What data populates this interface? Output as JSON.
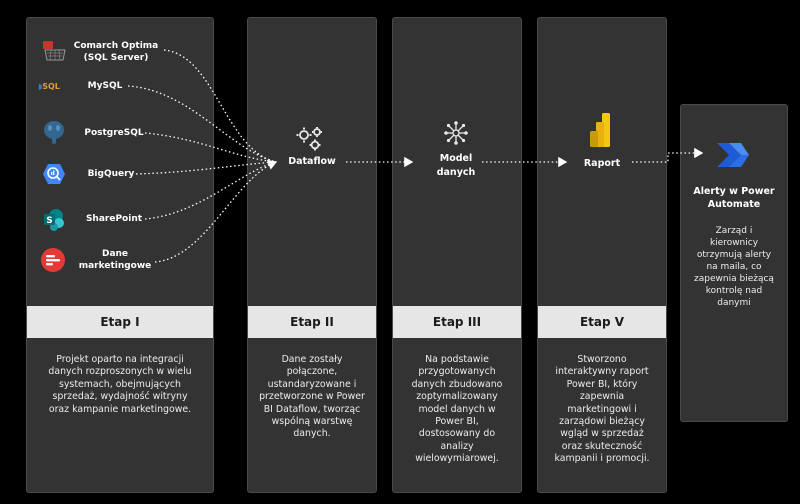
{
  "sources": [
    {
      "label": "Comarch Optima\n(SQL Server)",
      "icon": "comarch-icon"
    },
    {
      "label": "MySQL",
      "icon": "mysql-icon"
    },
    {
      "label": "PostgreSQL",
      "icon": "postgresql-icon"
    },
    {
      "label": "BigQuery",
      "icon": "bigquery-icon"
    },
    {
      "label": "SharePoint",
      "icon": "sharepoint-icon"
    },
    {
      "label": "Dane\nmarketingowe",
      "icon": "marketing-data-icon"
    }
  ],
  "mysql_icon_text": "SQL",
  "nodes": {
    "dataflow": "Dataflow",
    "model": "Model\ndanych",
    "report": "Raport"
  },
  "stages": [
    {
      "title": "Etap I",
      "desc": "Projekt oparto na integracji\ndanych rozproszonych w wielu\nsystemach, obejmujących\nsprzedaż, wydajność witryny\noraz kampanie marketingowe."
    },
    {
      "title": "Etap II",
      "desc": "Dane zostały\npołączone,\nustandaryzowane i\nprzetworzone w Power\nBI Dataflow, tworząc\nwspólną warstwę\ndanych."
    },
    {
      "title": "Etap III",
      "desc": "Na podstawie\nprzygotowanych\ndanych zbudowano\nzoptymalizowany\nmodel danych w\nPower BI,\ndostosowany do\nanalizy\nwielowymiarowej."
    },
    {
      "title": "Etap V",
      "desc": "Stworzono\ninteraktywny raport\nPower BI, który\nzapewnia\nmarketingowi i\nzarządowi bieżący\nwgląd w sprzedaż\noraz skuteczność\nkampanii i promocji."
    }
  ],
  "alert": {
    "title": "Alerty w Power\nAutomate",
    "desc": "Zarząd i\nkierownicy\notrzymują alerty\nna maila, co\nzapewnia bieżącą\nkontrolę nad\ndanymi"
  },
  "colors": {
    "background": "#000000",
    "panel": "#333333",
    "header": "#e6e6e6",
    "powerbi_yellow": "#f2c811",
    "automate_blue": "#2f6fe0"
  }
}
